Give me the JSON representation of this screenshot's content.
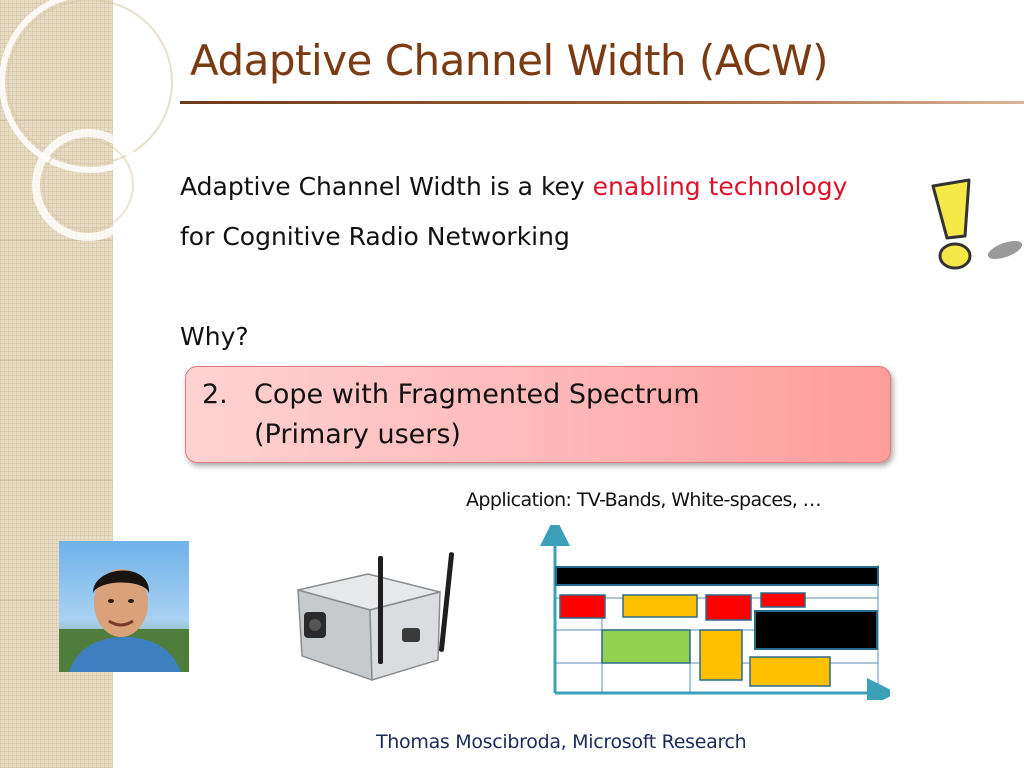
{
  "slide": {
    "title": "Adaptive Channel Width (ACW)",
    "statement_line1_prefix": "Adaptive Channel Width is a key ",
    "statement_highlight": "enabling technology",
    "statement_line2": "for Cognitive Radio Networking",
    "question": "Why?",
    "callout": {
      "number": "2.",
      "line1": "Cope with Fragmented Spectrum",
      "line2": "(Primary users)"
    },
    "application_caption": "Application: TV-Bands, White-spaces, …",
    "footer": "Thomas Moscibroda, Microsoft Research"
  },
  "colors": {
    "title": "#7a3a12",
    "highlight": "#e0102a",
    "callout_fill": "#ffb4b4",
    "footer": "#1a2a5a"
  },
  "spectrum_blocks": [
    {
      "color": "#000000"
    },
    {
      "color": "#ff0000"
    },
    {
      "color": "#ffc000"
    },
    {
      "color": "#ff0000"
    },
    {
      "color": "#ff0000"
    },
    {
      "color": "#000000"
    },
    {
      "color": "#92d050"
    },
    {
      "color": "#ffc000"
    },
    {
      "color": "#ffc000"
    }
  ]
}
